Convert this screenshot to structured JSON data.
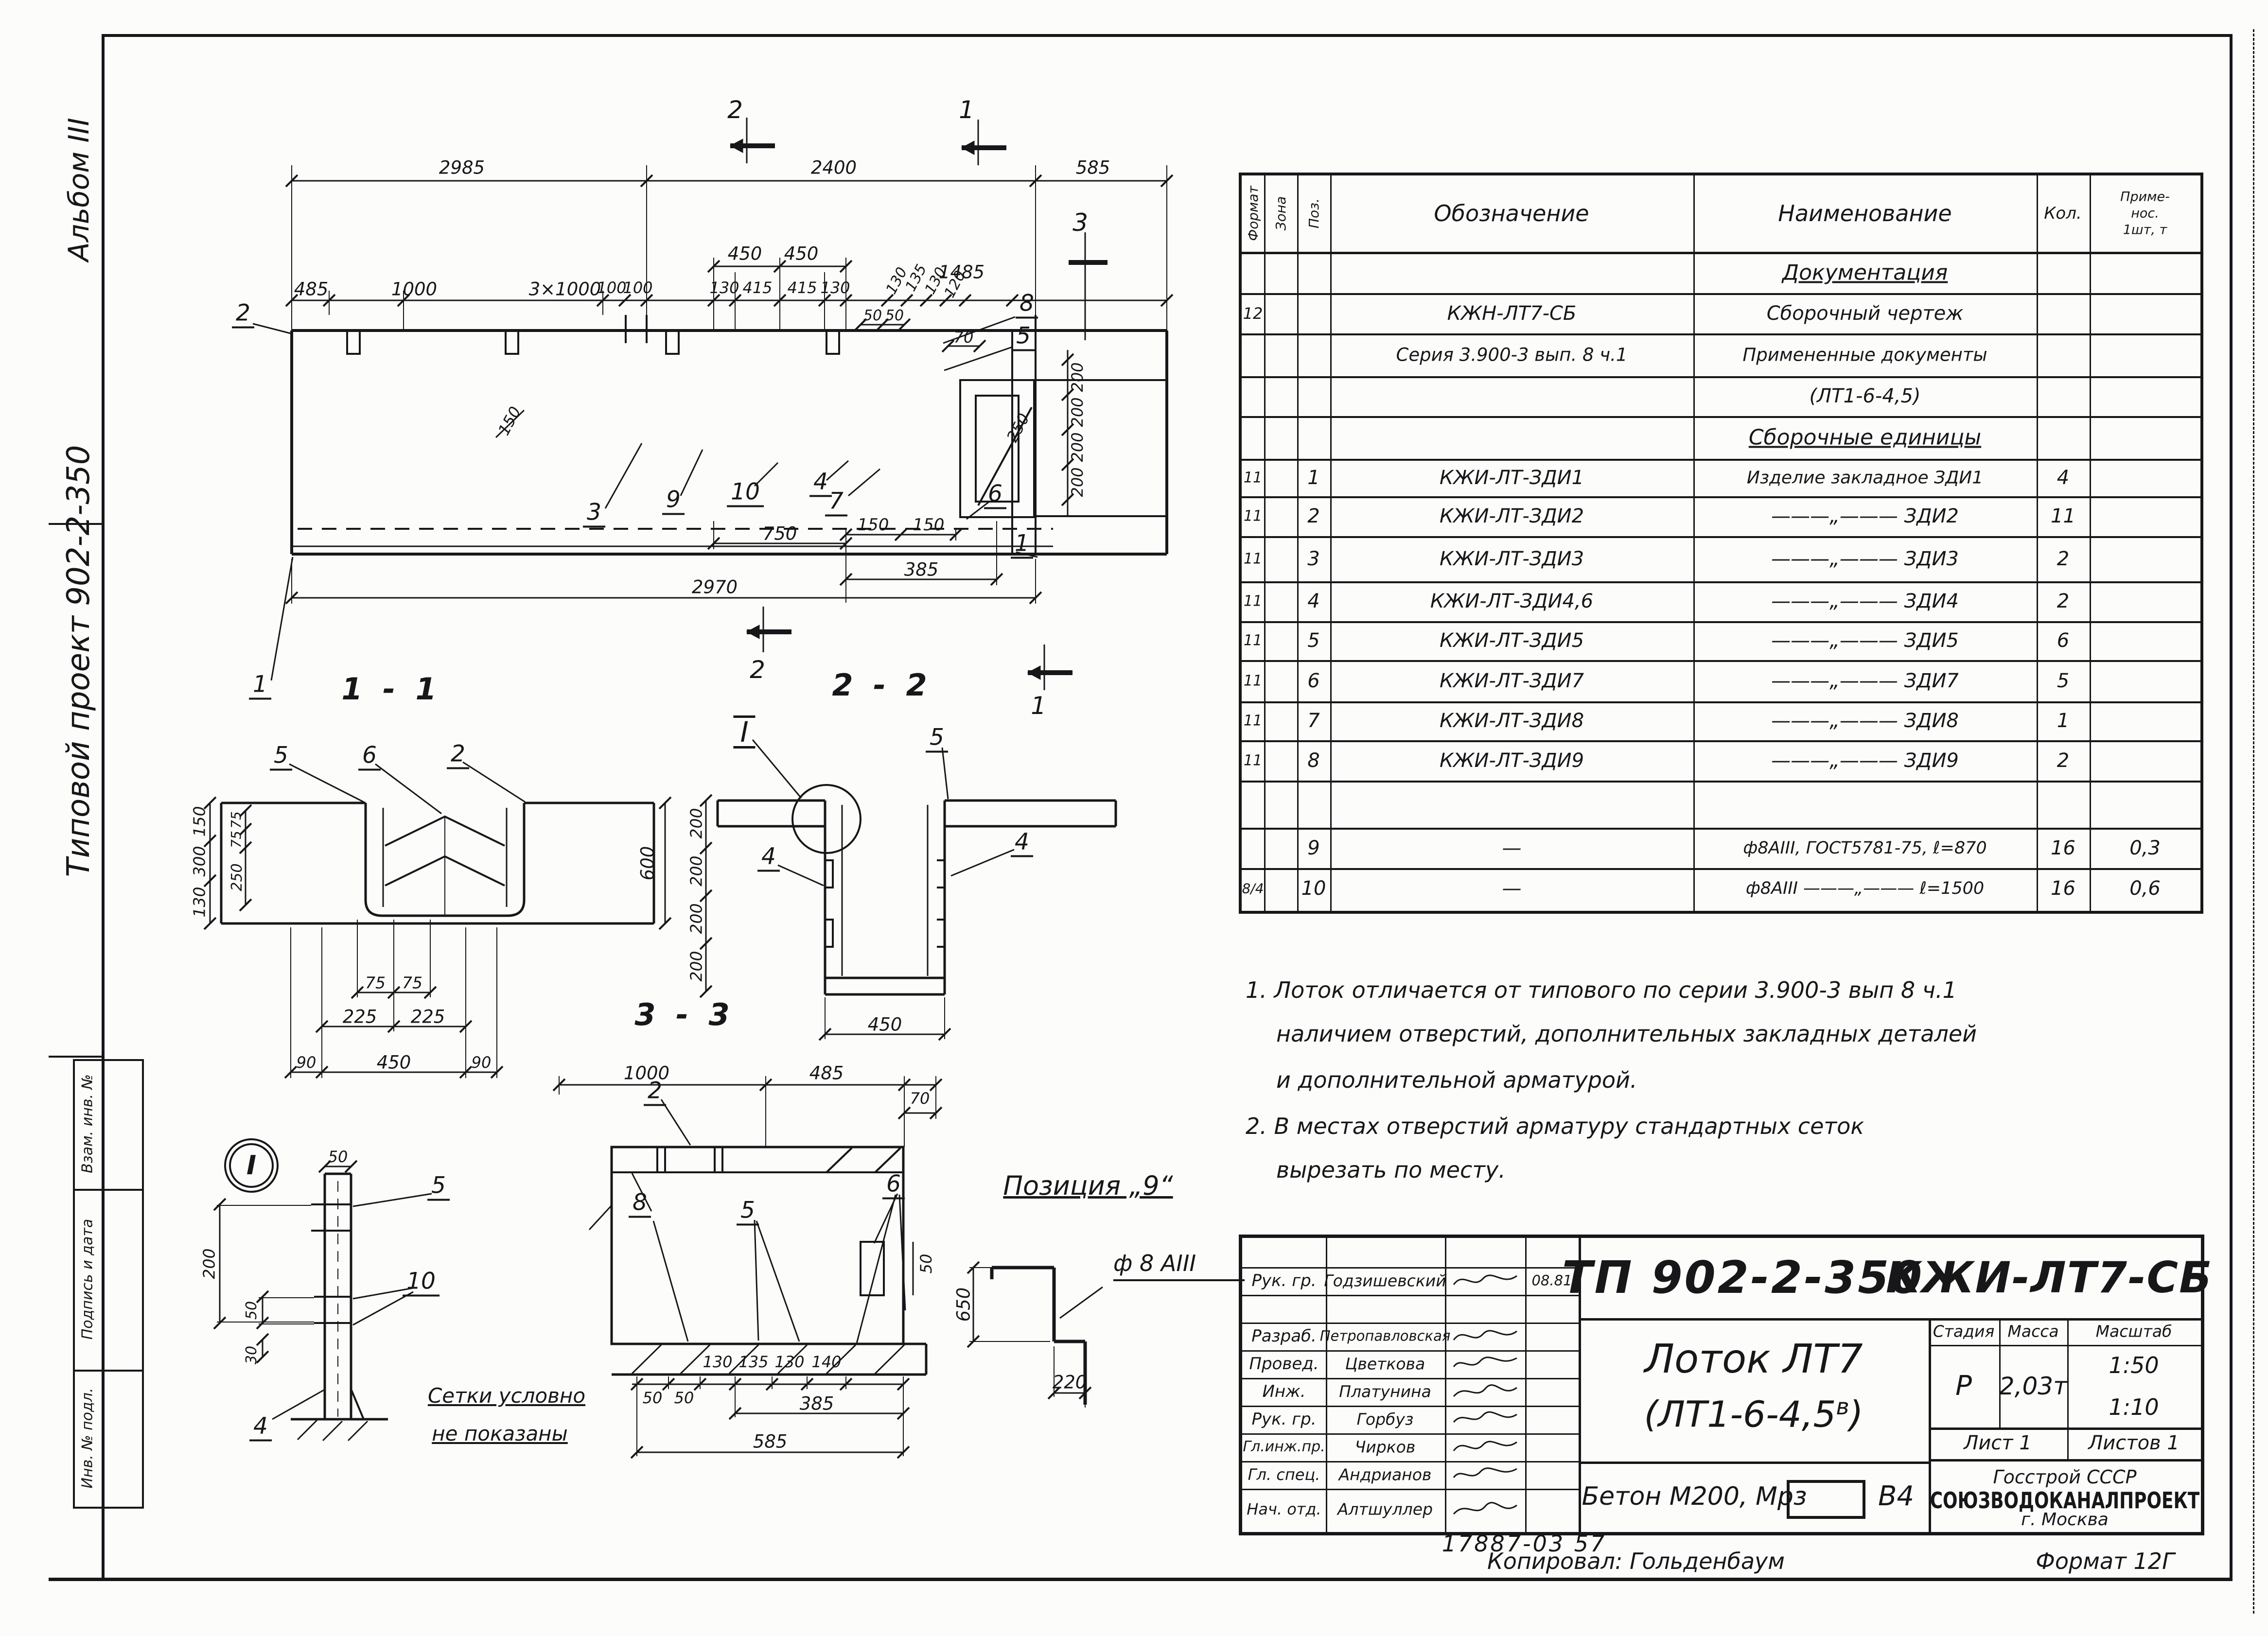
{
  "nums": {
    "1": "1",
    "2": "2",
    "3": "3",
    "4": "4",
    "5": "5",
    "6": "6",
    "7": "7",
    "8": "8",
    "9": "9",
    "10": "10",
    "30": "30",
    "50": "50",
    "70": "70",
    "75": "75",
    "90": "90",
    "100": "100",
    "120": "120",
    "130": "130",
    "135": "135",
    "140": "140",
    "150": "150",
    "200": "200",
    "220": "220",
    "225": "225",
    "250": "250",
    "300": "300",
    "385": "385",
    "415": "415",
    "450": "450",
    "485": "485",
    "585": "585",
    "600": "600",
    "650": "650",
    "750": "750",
    "1000": "1000",
    "1485": "1485",
    "2400": "2400",
    "2970": "2970",
    "2985": "2985",
    "3x1000": "3×1000"
  },
  "views": {
    "s11": "1 - 1",
    "s22": "2 - 2",
    "s33": "3 - 3",
    "pos9": "Позиция „9“",
    "detail_mark": "I",
    "mesh1": "Сетки условно",
    "mesh2": "не показаны",
    "bar_label": "ф 8 АIII"
  },
  "margin": {
    "album": "Альбом III",
    "project": "Типовой проект 902-2-350",
    "stamp1": "Взам. инв. №",
    "stamp2": "Подпись и дата",
    "stamp3": "Инв. № подл."
  },
  "spec": {
    "h_format": "Формат",
    "h_zone": "Зона",
    "h_pos": "Поз.",
    "h_des": "Обозначение",
    "h_name": "Наименование",
    "h_qty": "Кол.",
    "h_note1": "Приме-",
    "h_note2": "нос.",
    "h_note3": "1шт, т",
    "rows": [
      {
        "n": "Документация"
      },
      {
        "f": "12",
        "d": "КЖН-ЛТ7-СБ",
        "n": "Сборочный чертеж"
      },
      {
        "d": "Серия 3.900-3 вып. 8 ч.1",
        "n": "Примененные документы"
      },
      {
        "n": "(ЛТ1-6-4,5)"
      },
      {
        "n": "Сборочные единицы"
      },
      {
        "f": "11",
        "p": "1",
        "d": "КЖИ-ЛТ-ЗДИ1",
        "n": "Изделие закладное ЗДИ1",
        "q": "4"
      },
      {
        "f": "11",
        "p": "2",
        "d": "КЖИ-ЛТ-ЗДИ2",
        "n": "———„———  ЗДИ2",
        "q": "11"
      },
      {
        "f": "11",
        "p": "3",
        "d": "КЖИ-ЛТ-ЗДИ3",
        "n": "———„———  ЗДИ3",
        "q": "2"
      },
      {
        "f": "11",
        "p": "4",
        "d": "КЖИ-ЛТ-ЗДИ4,6",
        "n": "———„———  ЗДИ4",
        "q": "2"
      },
      {
        "f": "11",
        "p": "5",
        "d": "КЖИ-ЛТ-ЗДИ5",
        "n": "———„———  ЗДИ5",
        "q": "6"
      },
      {
        "f": "11",
        "p": "6",
        "d": "КЖИ-ЛТ-ЗДИ7",
        "n": "———„———  ЗДИ7",
        "q": "5"
      },
      {
        "f": "11",
        "p": "7",
        "d": "КЖИ-ЛТ-ЗДИ8",
        "n": "———„———  ЗДИ8",
        "q": "1"
      },
      {
        "f": "11",
        "p": "8",
        "d": "КЖИ-ЛТ-ЗДИ9",
        "n": "———„———  ЗДИ9",
        "q": "2"
      },
      {
        "p": "9",
        "d": "—",
        "n": "ф8АIII, ГОСТ5781-75, ℓ=870",
        "q": "16",
        "m": "0,3"
      },
      {
        "f": "8/4",
        "p": "10",
        "d": "—",
        "n": "ф8АIII ———„——— ℓ=1500",
        "q": "16",
        "m": "0,6"
      }
    ]
  },
  "notes": {
    "l1": "1. Лоток отличается от типового по серии 3.900-3 вып 8 ч.1",
    "l2": "наличием отверстий, дополнительных закладных деталей",
    "l3": "и дополнительной арматурой.",
    "l4": "2. В местах отверстий арматуру стандартных сеток",
    "l5": "вырезать по месту."
  },
  "tb": {
    "doc1": "ТП 902-2-350",
    "doc2": "КЖИ-ЛТ7-СБ",
    "prod1": "Лоток ЛТ7",
    "prod2": "(ЛТ1-6-4,5",
    "prod2sup": "в",
    "prod2end": ")",
    "h_stage": "Стадия",
    "h_mass": "Масса",
    "h_scale": "Масштаб",
    "stage": "Р",
    "mass": "2,03т",
    "scale1": "1:50",
    "scale2": "1:10",
    "sheet": "Лист 1",
    "sheets": "Листов 1",
    "org1": "Госстрой СССР",
    "org2": "СОЮЗВОДОКАНАЛПРОЕКТ",
    "org3": "г. Москва",
    "beton": "Бетон М200, Мрз",
    "beton_grade": "В4",
    "sig": [
      {
        "role": "Рук. гр.",
        "name": "Годзишевский",
        "date": "08.81"
      },
      {
        "role": "Разраб.",
        "name": "Петропавловская"
      },
      {
        "role": "Провед.",
        "name": "Цветкова"
      },
      {
        "role": "Инж.",
        "name": "Платунина"
      },
      {
        "role": "Рук. гр.",
        "name": "Горбуз"
      },
      {
        "role": "Гл.инж.пр.",
        "name": "Чирков"
      },
      {
        "role": "Гл. спец.",
        "name": "Андрианов"
      },
      {
        "role": "Нач. отд.",
        "name": "Алтшуллер"
      }
    ]
  },
  "footer": {
    "doc_no": "17887-03 57",
    "copied": "Копировал: Гольденбаум",
    "format": "Формат 12Г"
  }
}
